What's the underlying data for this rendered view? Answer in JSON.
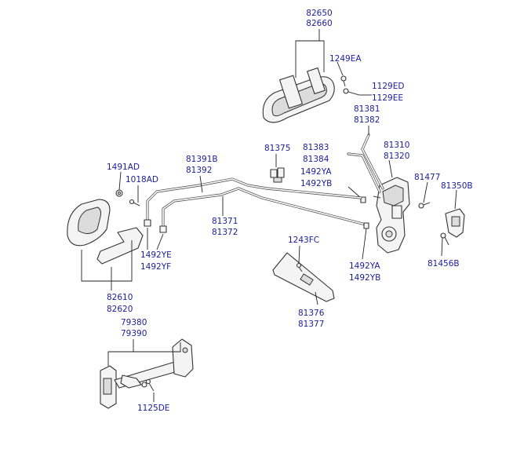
{
  "labels": {
    "p82650": "82650",
    "p82660": "82660",
    "p1249EA": "1249EA",
    "p1129ED": "1129ED",
    "p1129EE": "1129EE",
    "p81381": "81381",
    "p81382": "81382",
    "p81375": "81375",
    "p81383": "81383",
    "p81384": "81384",
    "p81310": "81310",
    "p81320": "81320",
    "p81391B": "81391B",
    "p81392": "81392",
    "p1491AD": "1491AD",
    "p1018AD": "1018AD",
    "p1492YA_a": "1492YA",
    "p1492YB_a": "1492YB",
    "p81477": "81477",
    "p81350B": "81350B",
    "p81371": "81371",
    "p81372": "81372",
    "p1243FC": "1243FC",
    "p1492YE": "1492YE",
    "p1492YF": "1492YF",
    "p1492YA_b": "1492YA",
    "p1492YB_b": "1492YB",
    "p81456B": "81456B",
    "p82610": "82610",
    "p82620": "82620",
    "p81376": "81376",
    "p81377": "81377",
    "p79380": "79380",
    "p79390": "79390",
    "p1125DE": "1125DE"
  },
  "colors": {
    "label": "#1c1c9c",
    "line": "#222222",
    "background": "#ffffff"
  }
}
